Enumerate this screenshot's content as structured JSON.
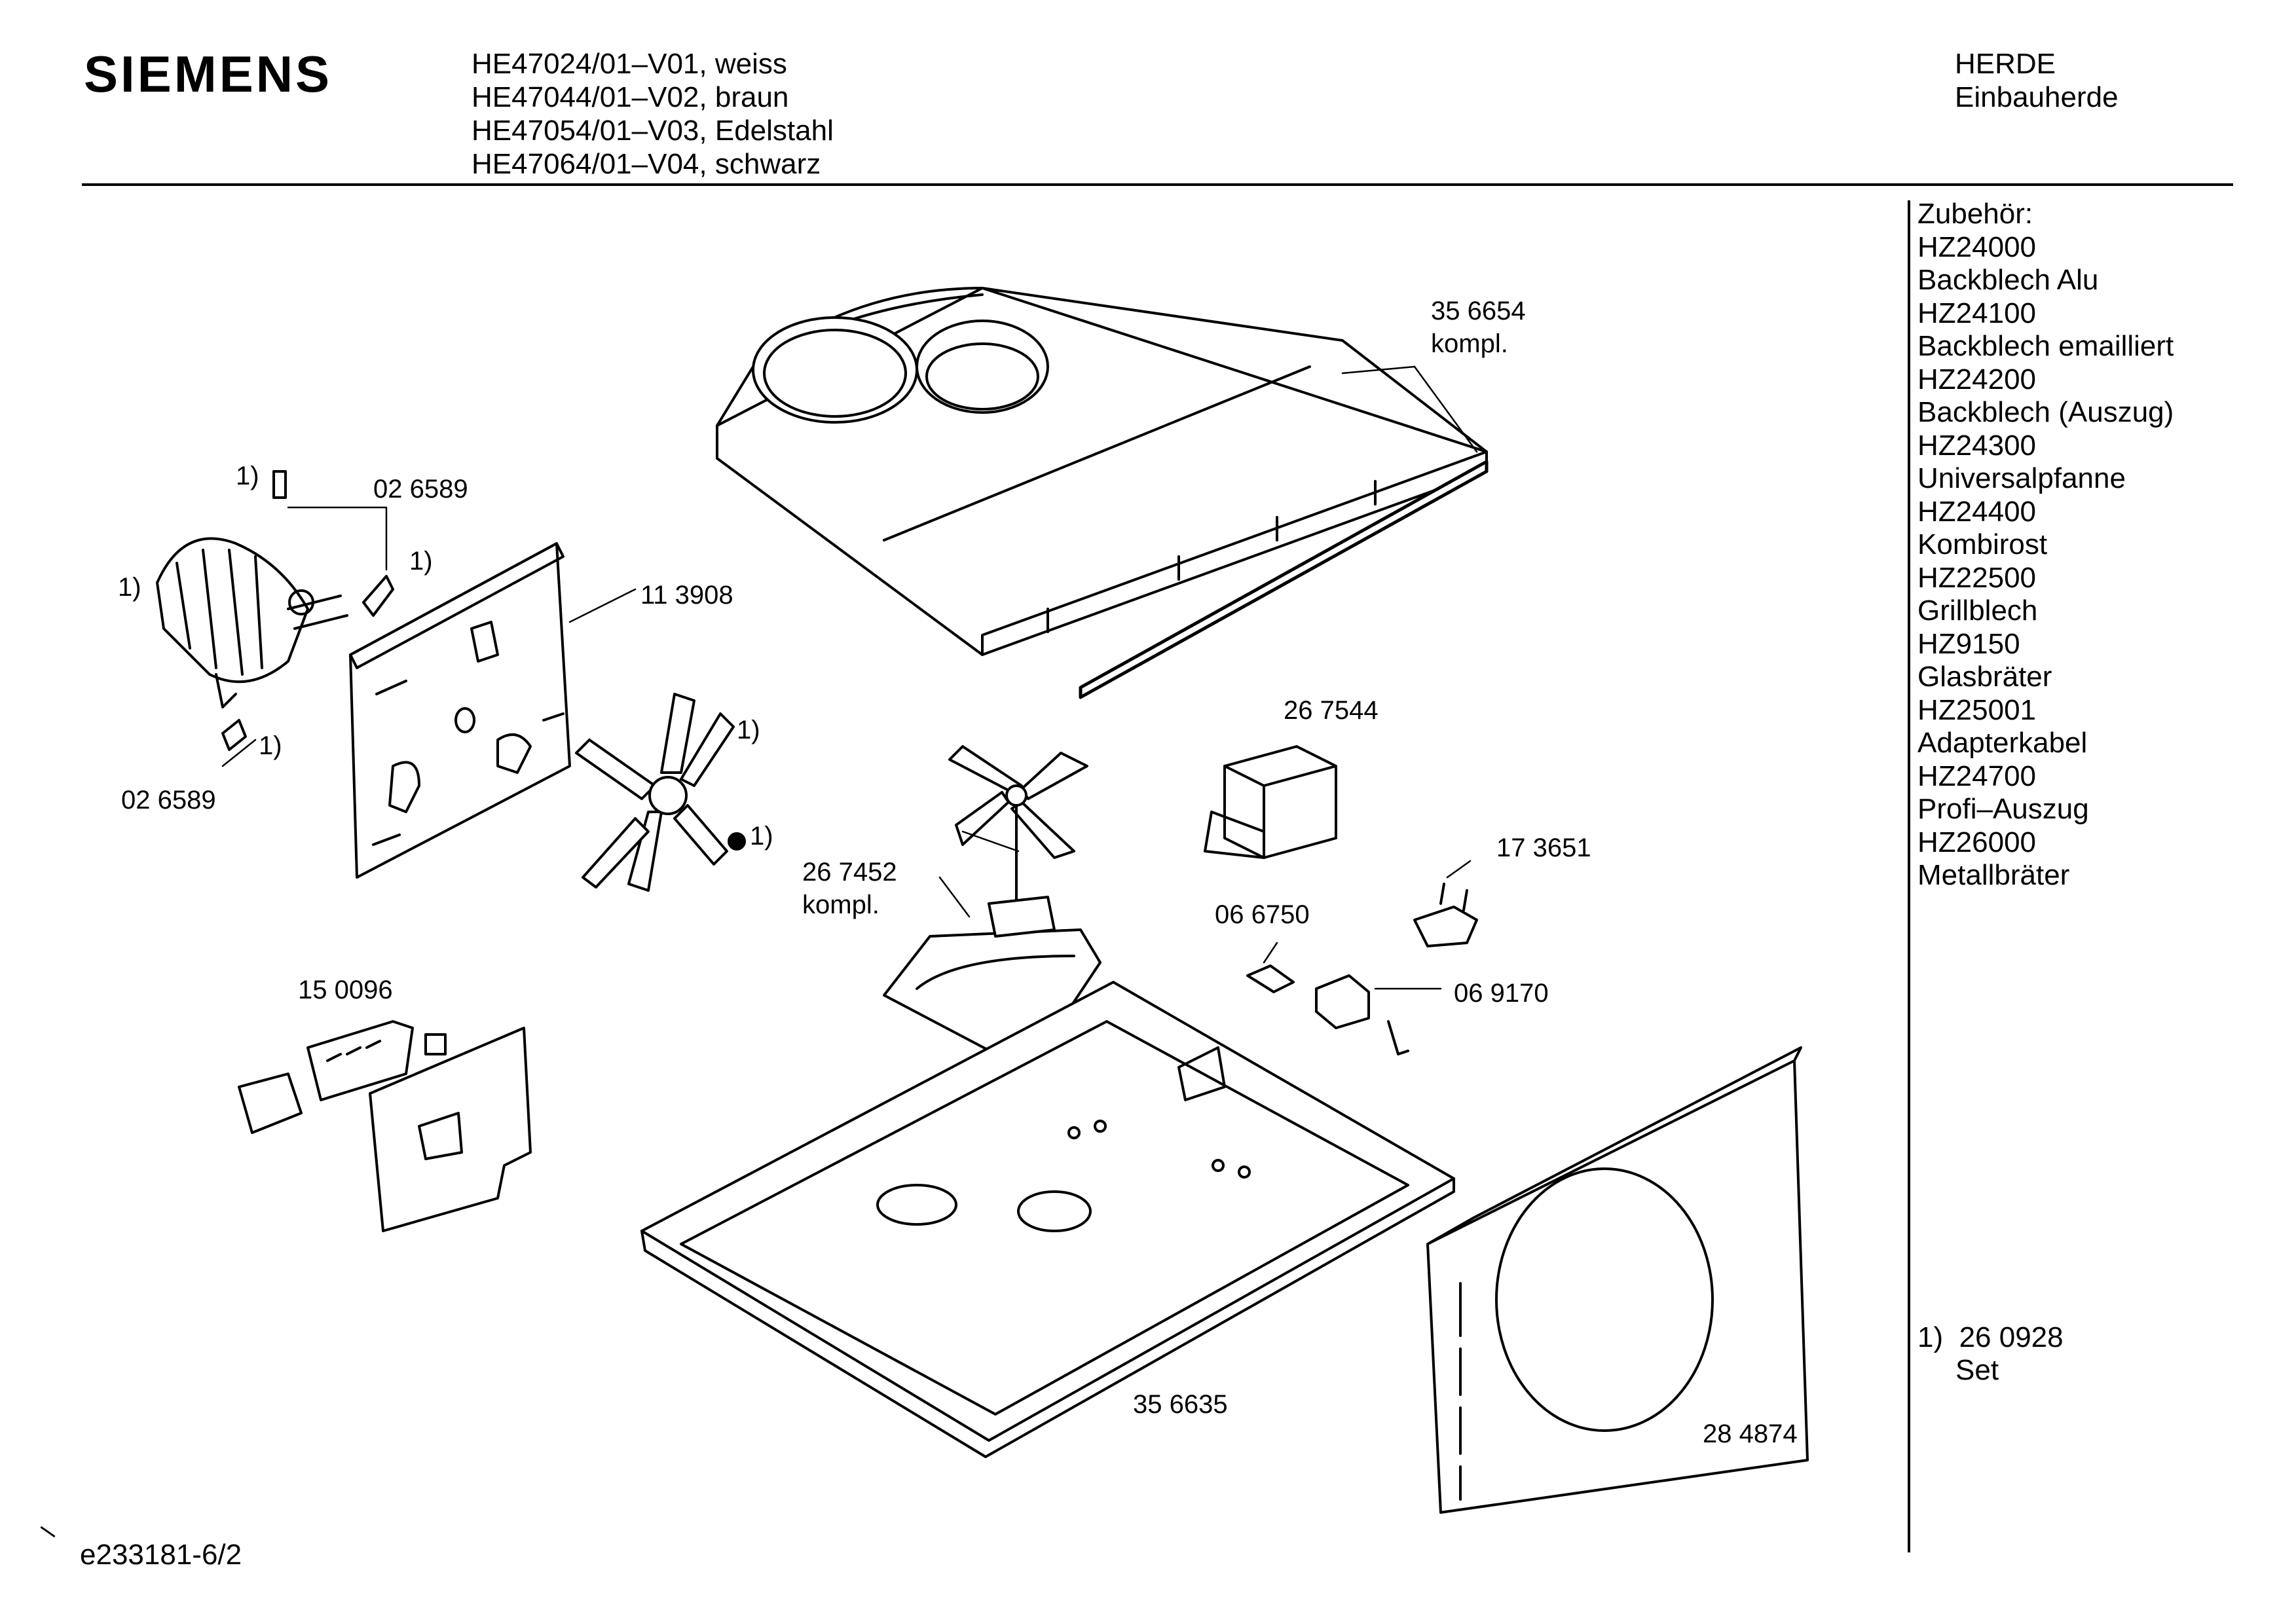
{
  "header": {
    "brand": "SIEMENS",
    "models": [
      "HE47024/01–V01, weiss",
      "HE47044/01–V02, braun",
      "HE47054/01–V03, Edelstahl",
      "HE47064/01–V04, schwarz"
    ],
    "category": "HERDE",
    "subcategory": "Einbauherde"
  },
  "accessories": {
    "title": "Zubehör:",
    "items": [
      "HZ24000",
      "Backblech Alu",
      "HZ24100",
      "Backblech emailliert",
      "HZ24200",
      "Backblech (Auszug)",
      "HZ24300",
      "Universalpfanne",
      "HZ24400",
      "Kombirost",
      "HZ22500",
      "Grillblech",
      "HZ9150",
      "Glasbräter",
      "HZ25001",
      "Adapterkabel",
      "HZ24700",
      "Profi–Auszug",
      "HZ26000",
      "Metallbräter"
    ]
  },
  "footnote": {
    "marker": "1)",
    "part": "26 0928",
    "desc": "Set"
  },
  "document_id": "e233181-6/2",
  "part_labels": {
    "p356654": "35 6654",
    "kompl_a": "kompl.",
    "p026589_top": "02 6589",
    "p026589_bottom": "02 6589",
    "p113908": "11 3908",
    "p267544": "26 7544",
    "p267452": "26 7452",
    "kompl_b": "kompl.",
    "p173651": "17 3651",
    "p066750": "06 6750",
    "p069170": "06 9170",
    "p150096": "15 0096",
    "p356635": "35 6635",
    "p284874": "28 4874",
    "fn1": "1)",
    "fn2": "1)",
    "fn3": "1)",
    "fn4": "1)",
    "fn5": "1)",
    "fn6": "1)"
  }
}
